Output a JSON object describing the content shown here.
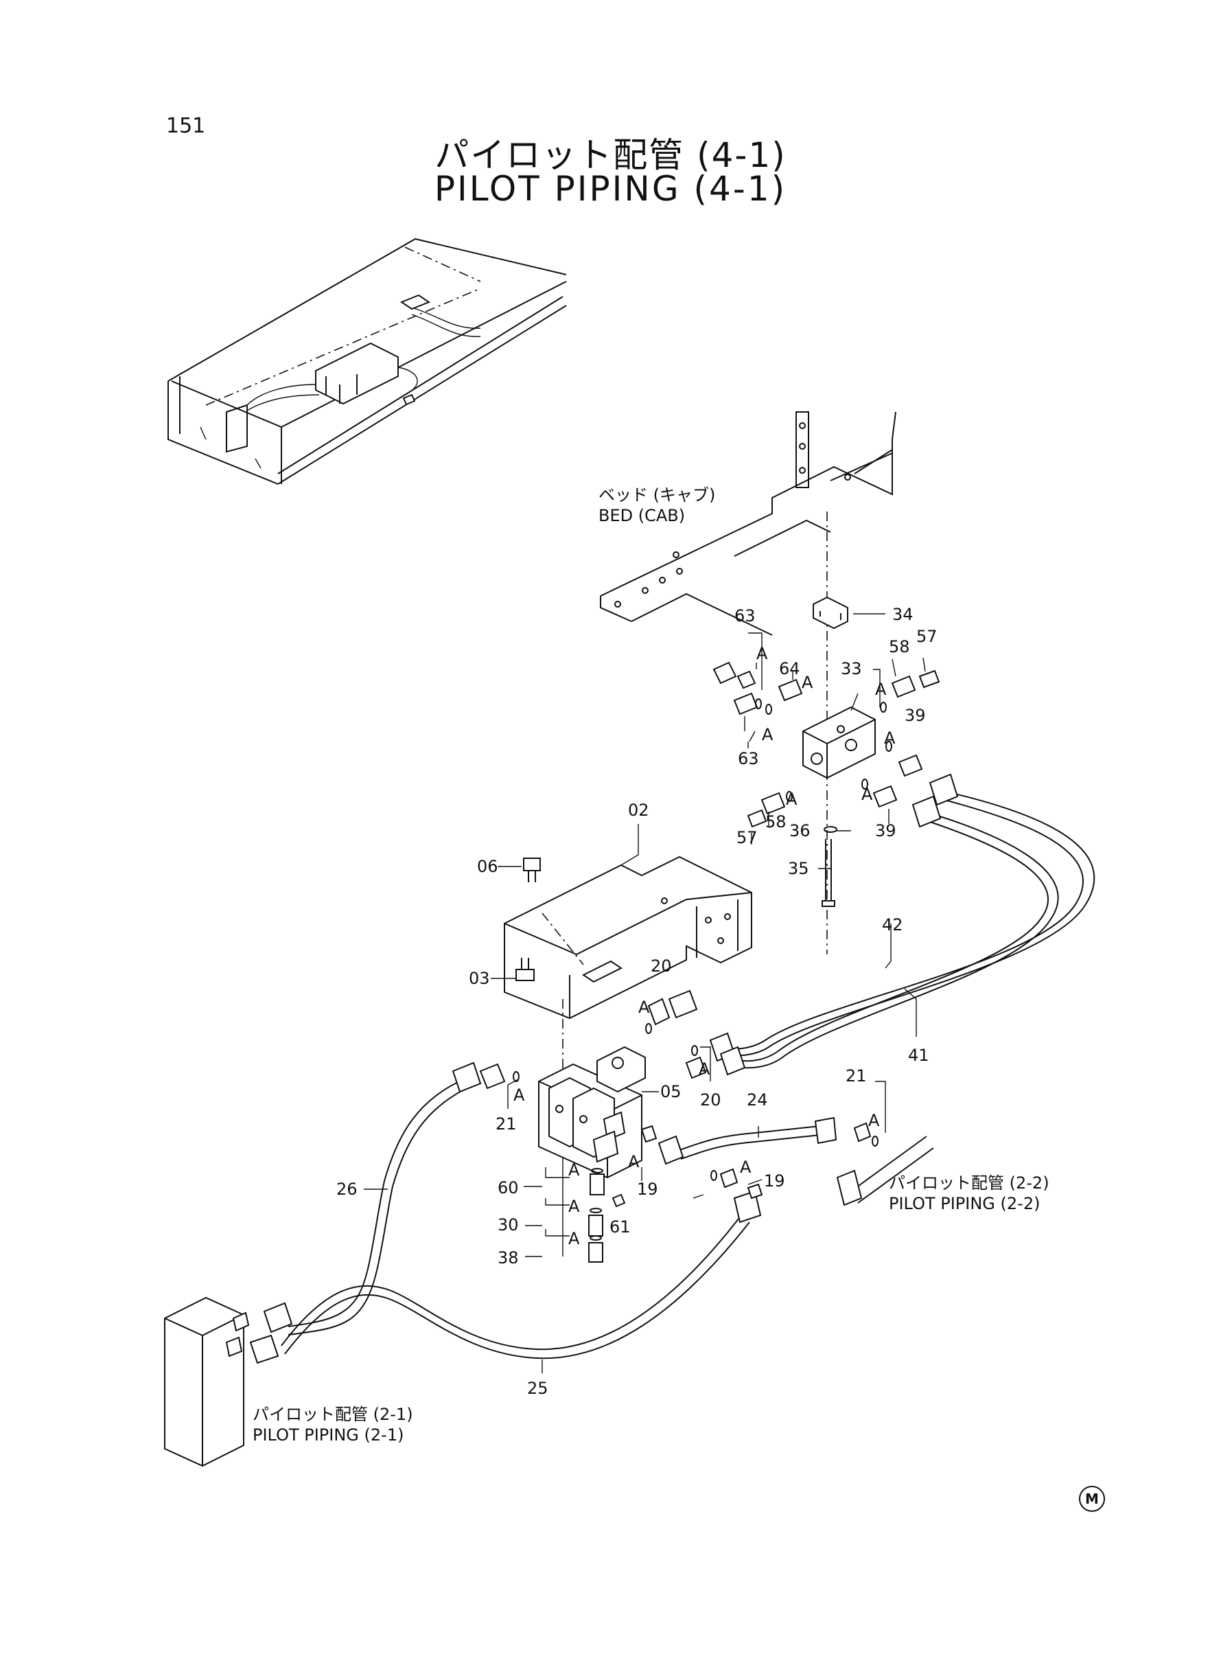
{
  "page_number": "151",
  "title_jp": "パイロット配管 (4-1)",
  "title_en": "PILOT PIPING (4-1)",
  "notes": {
    "bed_jp": "ベッド (キャブ)",
    "bed_en": "BED (CAB)",
    "ref22_jp": "パイロット配管 (2-2)",
    "ref22_en": "PILOT PIPING (2-2)",
    "ref21_jp": "パイロット配管 (2-1)",
    "ref21_en": "PILOT PIPING (2-1)"
  },
  "callouts": {
    "p63a": "63",
    "p64": "64",
    "p33": "33",
    "p58a": "58",
    "p57a": "57",
    "p34": "34",
    "p39a": "39",
    "p63b": "63",
    "p58b": "58",
    "p57b": "57",
    "p36": "36",
    "p39b": "39",
    "p35": "35",
    "p02": "02",
    "p06": "06",
    "p03": "03",
    "p42": "42",
    "p41": "41",
    "p20a": "20",
    "p20b": "20",
    "p05": "05",
    "p24": "24",
    "p21a": "21",
    "p21b": "21",
    "p19a": "19",
    "p19b": "19",
    "p60": "60",
    "p30": "30",
    "p61": "61",
    "p38": "38",
    "p26": "26",
    "p25": "25"
  },
  "joint_label": "A",
  "mark": "M"
}
